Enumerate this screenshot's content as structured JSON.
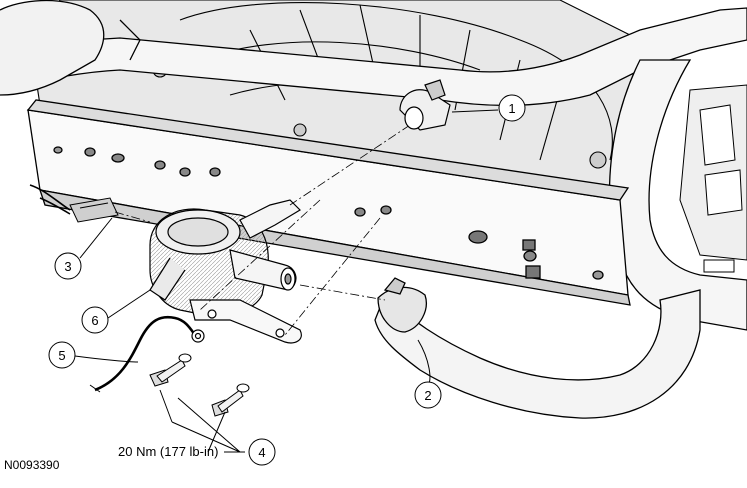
{
  "figure": {
    "id": "N0093390",
    "torque_spec": "20 Nm (177 lb-in)"
  },
  "callouts": [
    "1",
    "2",
    "3",
    "4",
    "5",
    "6"
  ]
}
